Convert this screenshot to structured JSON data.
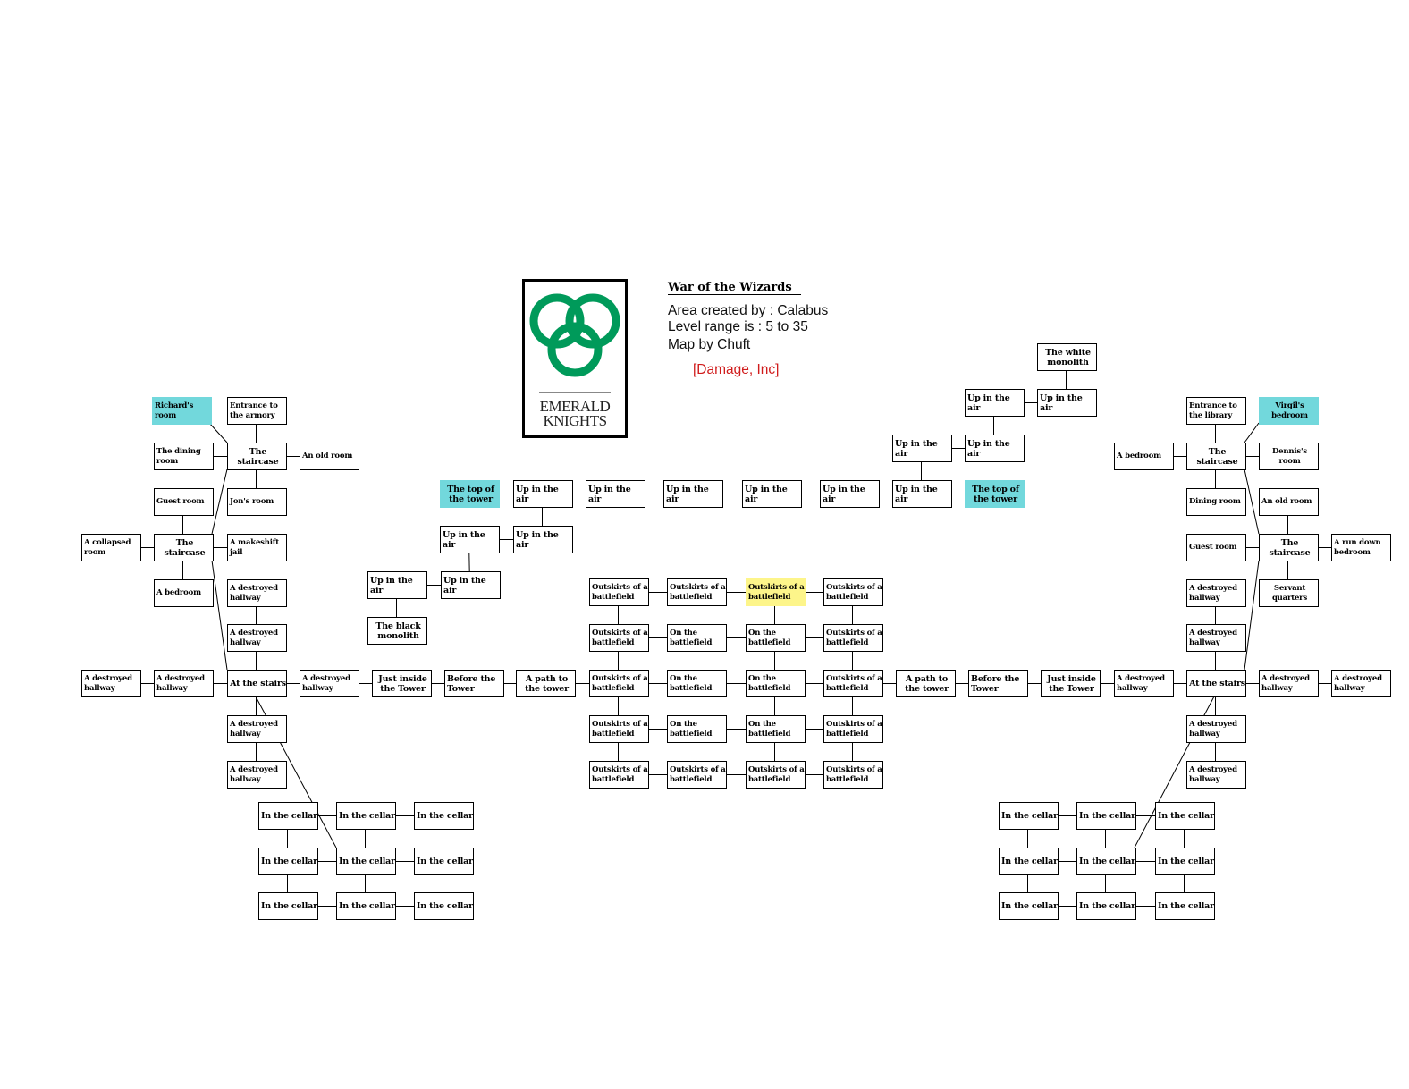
{
  "header": {
    "title": "War of the Wizards",
    "creator": "Area created by : Calabus",
    "level_range": "Level range is  : 5 to 35",
    "map_by": "Map by Chuft",
    "credit": "[Damage, Inc]"
  },
  "logo": {
    "text_line1": "EMERALD",
    "text_line2": "KNIGHTS",
    "ring_color": "#009a5a"
  },
  "colors": {
    "highlight_cyan": "#72d8dc",
    "highlight_yellow": "#fdf58a",
    "credit_red": "#d01c1c"
  },
  "rooms": {
    "l_richard": "Richard's room",
    "l_armory": "Entrance to the armory",
    "l_dining": "The dining room",
    "l_stair1": "The staircase",
    "l_old": "An old room",
    "l_guest": "Guest room",
    "l_jon": "Jon's room",
    "l_collapsed": "A collapsed room",
    "l_stair2": "The staircase",
    "l_jail": "A makeshift jail",
    "l_bedroom": "A bedroom",
    "l_dh1": "A destroyed hallway",
    "l_dh2": "A destroyed hallway",
    "l_dhw2": "A destroyed hallway",
    "l_dhw1": "A destroyed hallway",
    "l_stairs": "At the stairs",
    "l_dhe": "A destroyed hallway",
    "l_just": "Just inside the Tower",
    "l_before": "Before the Tower",
    "l_path": "A path to the tower",
    "l_dhs1": "A destroyed hallway",
    "l_dhs2": "A destroyed hallway",
    "a_top1": "The top of the tower",
    "a_1": "Up in the air",
    "a_2": "Up in the air",
    "a_3": "Up in the air",
    "a_4": "Up in the air",
    "a_5": "Up in the air",
    "a_6": "Up in the air",
    "a_top2": "The top of the tower",
    "a_7": "Up in the air",
    "a_8": "Up in the air",
    "a_9": "Up in the air",
    "a_10": "Up in the air",
    "a_black": "The black monolith",
    "a_11": "Up in the air",
    "a_12": "Up in the air",
    "a_13": "Up in the air",
    "a_14": "Up in the air",
    "a_white": "The white monolith",
    "bf_0_0": "Outskirts of a battlefield",
    "bf_0_1": "Outskirts of a battlefield",
    "bf_0_2": "Outskirts of a battlefield",
    "bf_0_3": "Outskirts of a battlefield",
    "bf_1_0": "Outskirts of a battlefield",
    "bf_1_1": "On the battlefield",
    "bf_1_2": "On the battlefield",
    "bf_1_3": "Outskirts of a battlefield",
    "bf_2_0": "Outskirts of a battlefield",
    "bf_2_1": "On the battlefield",
    "bf_2_2": "On the battlefield",
    "bf_2_3": "Outskirts of a battlefield",
    "bf_3_0": "Outskirts of a battlefield",
    "bf_3_1": "On the battlefield",
    "bf_3_2": "On the battlefield",
    "bf_3_3": "Outskirts of a battlefield",
    "bf_4_0": "Outskirts of a battlefield",
    "bf_4_1": "Outskirts of a battlefield",
    "bf_4_2": "Outskirts of a battlefield",
    "bf_4_3": "Outskirts of a battlefield",
    "r_path": "A path to the tower",
    "r_before": "Before the Tower",
    "r_just": "Just inside the Tower",
    "r_dhw": "A destroyed hallway",
    "r_stairs": "At the stairs",
    "r_dhe1": "A destroyed hallway",
    "r_dhe2": "A destroyed hallway",
    "r_library": "Entrance to the library",
    "r_virgil": "Virgil's bedroom",
    "r_bedroom": "A bedroom",
    "r_stair1": "The staircase",
    "r_dennis": "Dennis's room",
    "r_dining": "Dining room",
    "r_old": "An old room",
    "r_guest": "Guest room",
    "r_stair2": "The staircase",
    "r_rundown": "A run down bedroom",
    "r_dh1": "A destroyed hallway",
    "r_servant": "Servant quarters",
    "r_dh2": "A destroyed hallway",
    "r_dhs1": "A destroyed hallway",
    "r_dhs2": "A destroyed hallway",
    "cl_0_0": "In the cellar",
    "cl_0_1": "In the cellar",
    "cl_0_2": "In the cellar",
    "cl_1_0": "In the cellar",
    "cl_1_1": "In the cellar",
    "cl_1_2": "In the cellar",
    "cl_2_0": "In the cellar",
    "cl_2_1": "In the cellar",
    "cl_2_2": "In the cellar",
    "cr_0_0": "In the cellar",
    "cr_0_1": "In the cellar",
    "cr_0_2": "In the cellar",
    "cr_1_0": "In the cellar",
    "cr_1_1": "In the cellar",
    "cr_1_2": "In the cellar",
    "cr_2_0": "In the cellar",
    "cr_2_1": "In the cellar",
    "cr_2_2": "In the cellar"
  }
}
